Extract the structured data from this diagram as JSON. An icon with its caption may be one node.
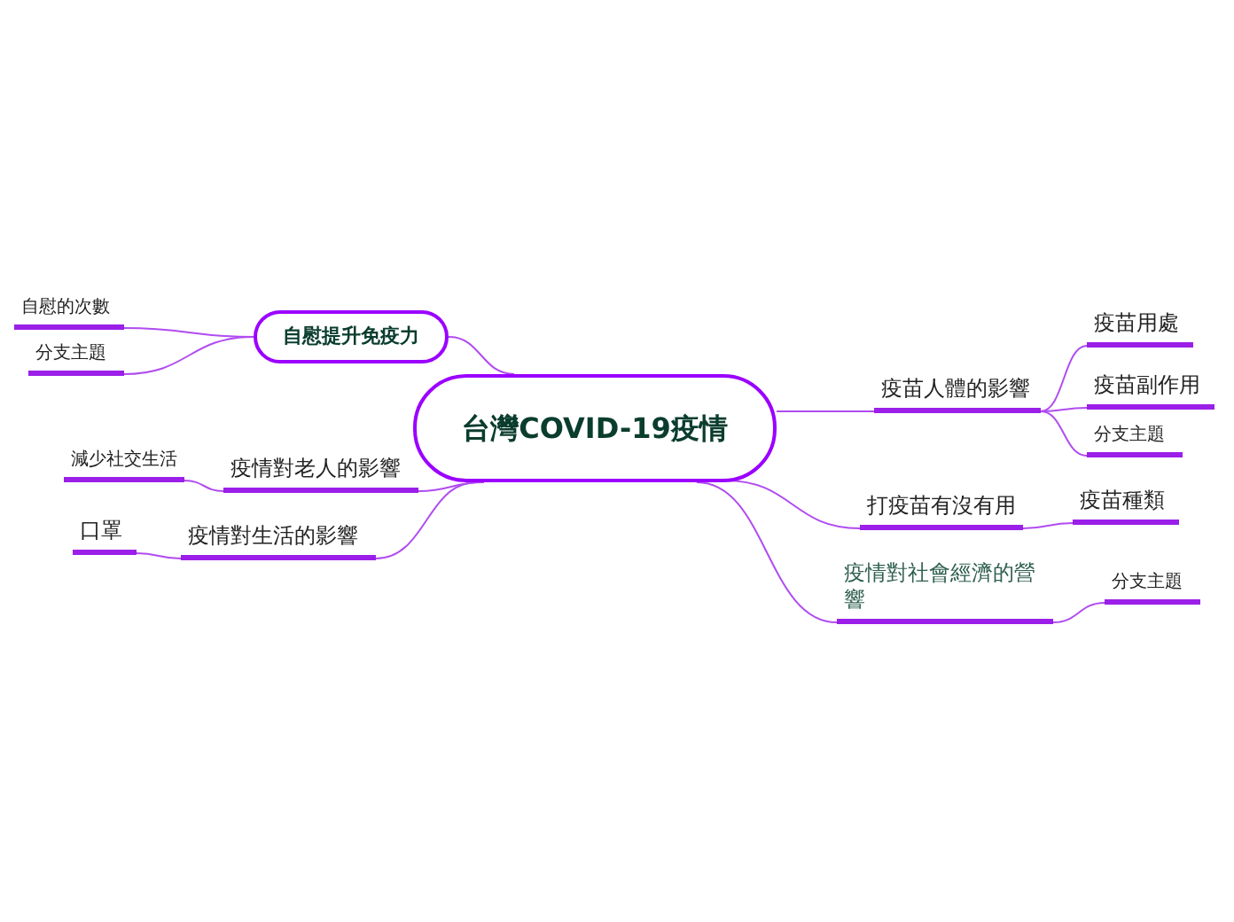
{
  "diagram": {
    "nodes": [
      {
        "text": [
          "台灣COVID-19疫情"
        ]
      },
      {
        "text": [
          "自慰提升免疫力"
        ]
      },
      {
        "text": [
          "自慰的次數"
        ]
      },
      {
        "text": [
          "分支主題"
        ]
      },
      {
        "text": [
          "疫情對老人的影響"
        ]
      },
      {
        "text": [
          "減少社交生活"
        ]
      },
      {
        "text": [
          "疫情對生活的影響"
        ]
      },
      {
        "text": [
          "口罩"
        ]
      },
      {
        "text": [
          "疫苗人體的影響"
        ]
      },
      {
        "text": [
          "疫苗用處"
        ]
      },
      {
        "text": [
          "疫苗副作用"
        ]
      },
      {
        "text": [
          "分支主題"
        ]
      },
      {
        "text": [
          "打疫苗有沒有用"
        ]
      },
      {
        "text": [
          "疫苗種類"
        ]
      },
      {
        "text": [
          "疫情對社會經濟的營響"
        ]
      },
      {
        "text": [
          "分支主題"
        ]
      }
    ],
    "edges": [
      {
        "from": 0,
        "to": 1,
        "arrow": "none"
      },
      {
        "from": 1,
        "to": 2,
        "arrow": "none"
      },
      {
        "from": 1,
        "to": 3,
        "arrow": "none"
      },
      {
        "from": 0,
        "to": 4,
        "arrow": "none"
      },
      {
        "from": 4,
        "to": 5,
        "arrow": "none"
      },
      {
        "from": 0,
        "to": 6,
        "arrow": "none"
      },
      {
        "from": 6,
        "to": 7,
        "arrow": "none"
      },
      {
        "from": 0,
        "to": 8,
        "arrow": "none"
      },
      {
        "from": 8,
        "to": 9,
        "arrow": "none"
      },
      {
        "from": 8,
        "to": 10,
        "arrow": "none"
      },
      {
        "from": 8,
        "to": 11,
        "arrow": "none"
      },
      {
        "from": 0,
        "to": 12,
        "arrow": "none"
      },
      {
        "from": 12,
        "to": 13,
        "arrow": "none"
      },
      {
        "from": 0,
        "to": 14,
        "arrow": "none"
      },
      {
        "from": 14,
        "to": 15,
        "arrow": "none"
      }
    ]
  }
}
